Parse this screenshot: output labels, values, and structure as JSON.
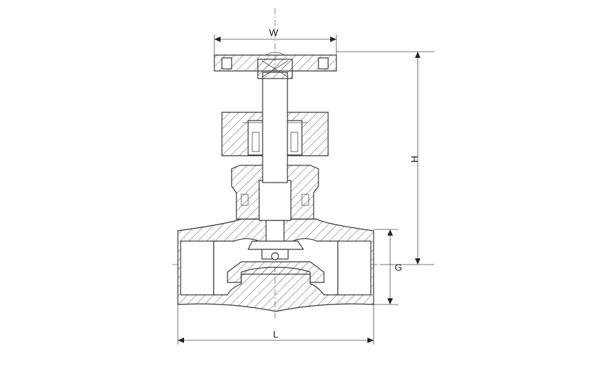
{
  "dimensions": {
    "width_label": "W",
    "height_label": "H",
    "length_label": "L",
    "thread_label": "G"
  }
}
